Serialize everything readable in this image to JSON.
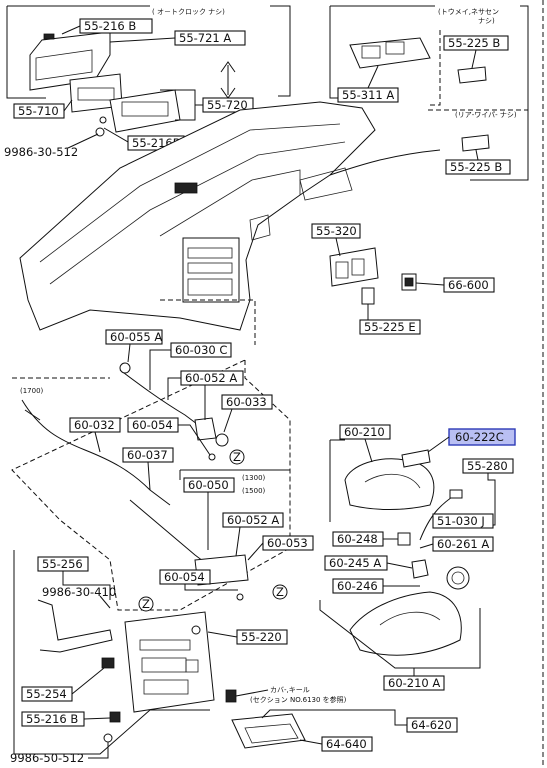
{
  "labels": {
    "p55_216B_top": "55-216 B",
    "p55_721A": "55-721 A",
    "p55_710": "55-710",
    "p55_720": "55-720",
    "p55_216B_mid": "55-216B",
    "p9986_30_512": "9986-30-512",
    "p55_225B_top": "55-225 B",
    "p55_311A": "55-311 A",
    "p55_225B_bot": "55-225 B",
    "p55_320": "55-320",
    "p66_600": "66-600",
    "p55_225E": "55-225 E",
    "p60_055A": "60-055 A",
    "p60_030C": "60-030 C",
    "p60_052A_top": "60-052 A",
    "p60_033": "60-033",
    "p60_032": "60-032",
    "p60_054_top": "60-054",
    "p60_037": "60-037",
    "p60_210": "60-210",
    "p60_222C": "60-222C",
    "p55_280": "55-280",
    "p60_050": "60-050",
    "p60_052A_mid": "60-052 A",
    "p60_053": "60-053",
    "p60_054_bot": "60-054",
    "p51_030J": "51-030 J",
    "p60_248": "60-248",
    "p60_261A": "60-261 A",
    "p60_245A": "60-245 A",
    "p60_246": "60-246",
    "p55_256": "55-256",
    "p9986_30_410": "9986-30-410",
    "p55_220": "55-220",
    "p55_254": "55-254",
    "p55_216B_bot": "55-216 B",
    "p60_210A": "60-210 A",
    "p64_620": "64-620",
    "p64_640": "64-640",
    "p9986_50_512": "9986-50-512"
  },
  "notes": {
    "clock_none": "( オ－トクロック ナシ)",
    "tweeter_none": "(トウメイ,ネサセン",
    "tweeter_none2": "ナシ)",
    "rear_wiper_none": "(リア-ワイパ- ナシ)",
    "engine_1700": "(1700)",
    "engine_1300": "(1300)",
    "engine_1500": "(1500)",
    "callout_note1": "カバ-,キール",
    "callout_note2": "(セクション NO.6130 を参照)",
    "z1": "Z",
    "z2": "Z",
    "z3": "Z"
  },
  "colors": {
    "highlight_fill": "#b9bff3",
    "highlight_stroke": "#2d3bb7",
    "ink": "#111111"
  }
}
